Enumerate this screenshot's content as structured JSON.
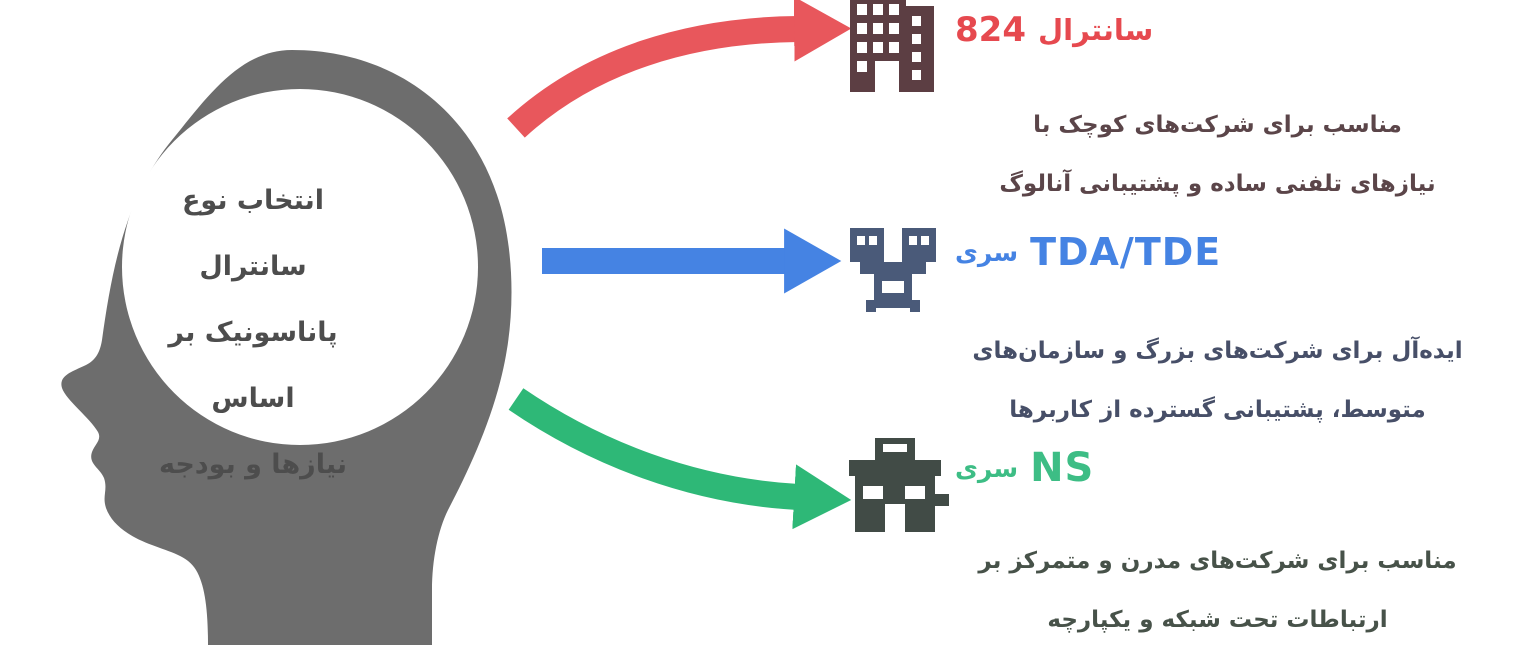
{
  "head": {
    "thought_lines": [
      "انتخاب نوع سانترال",
      "پاناسونیک بر اساس",
      "نیازها و بودجه"
    ]
  },
  "items": [
    {
      "label_fa": "سانترال",
      "label_accent": "824",
      "color": "#e6494f",
      "icon": "office-building-icon",
      "description": [
        "مناسب برای شرکت‌های کوچک با",
        "نیازهای تلفنی ساده و پشتیبانی آنالوگ"
      ]
    },
    {
      "label_fa": "سری",
      "label_accent": "TDA/TDE",
      "color": "#4583e3",
      "icon": "company-buildings-icon",
      "description": [
        "ایده‌آل برای شرکت‌های بزرگ و سازمان‌های",
        "متوسط، پشتیبانی گسترده از کاربرها"
      ]
    },
    {
      "label_fa": "سری",
      "label_accent": "NS",
      "color": "#3dbd85",
      "icon": "enterprise-building-icon",
      "description": [
        "مناسب برای شرکت‌های مدرن و متمرکز بر",
        "ارتباطات تحت شبکه و یکپارچه"
      ]
    }
  ],
  "colors": {
    "background": "#ffffff",
    "head_silhouette": "#6d6d6d",
    "head_text": "#4d4d4d",
    "arrow_red": "#e8575c",
    "arrow_blue": "#4583e3",
    "arrow_green": "#2eb877",
    "icon_1": "#5c3e43",
    "icon_2": "#4a5a79",
    "icon_3": "#414b46",
    "desc_1": "#5b4549",
    "desc_2": "#474f68",
    "desc_3": "#475249"
  }
}
